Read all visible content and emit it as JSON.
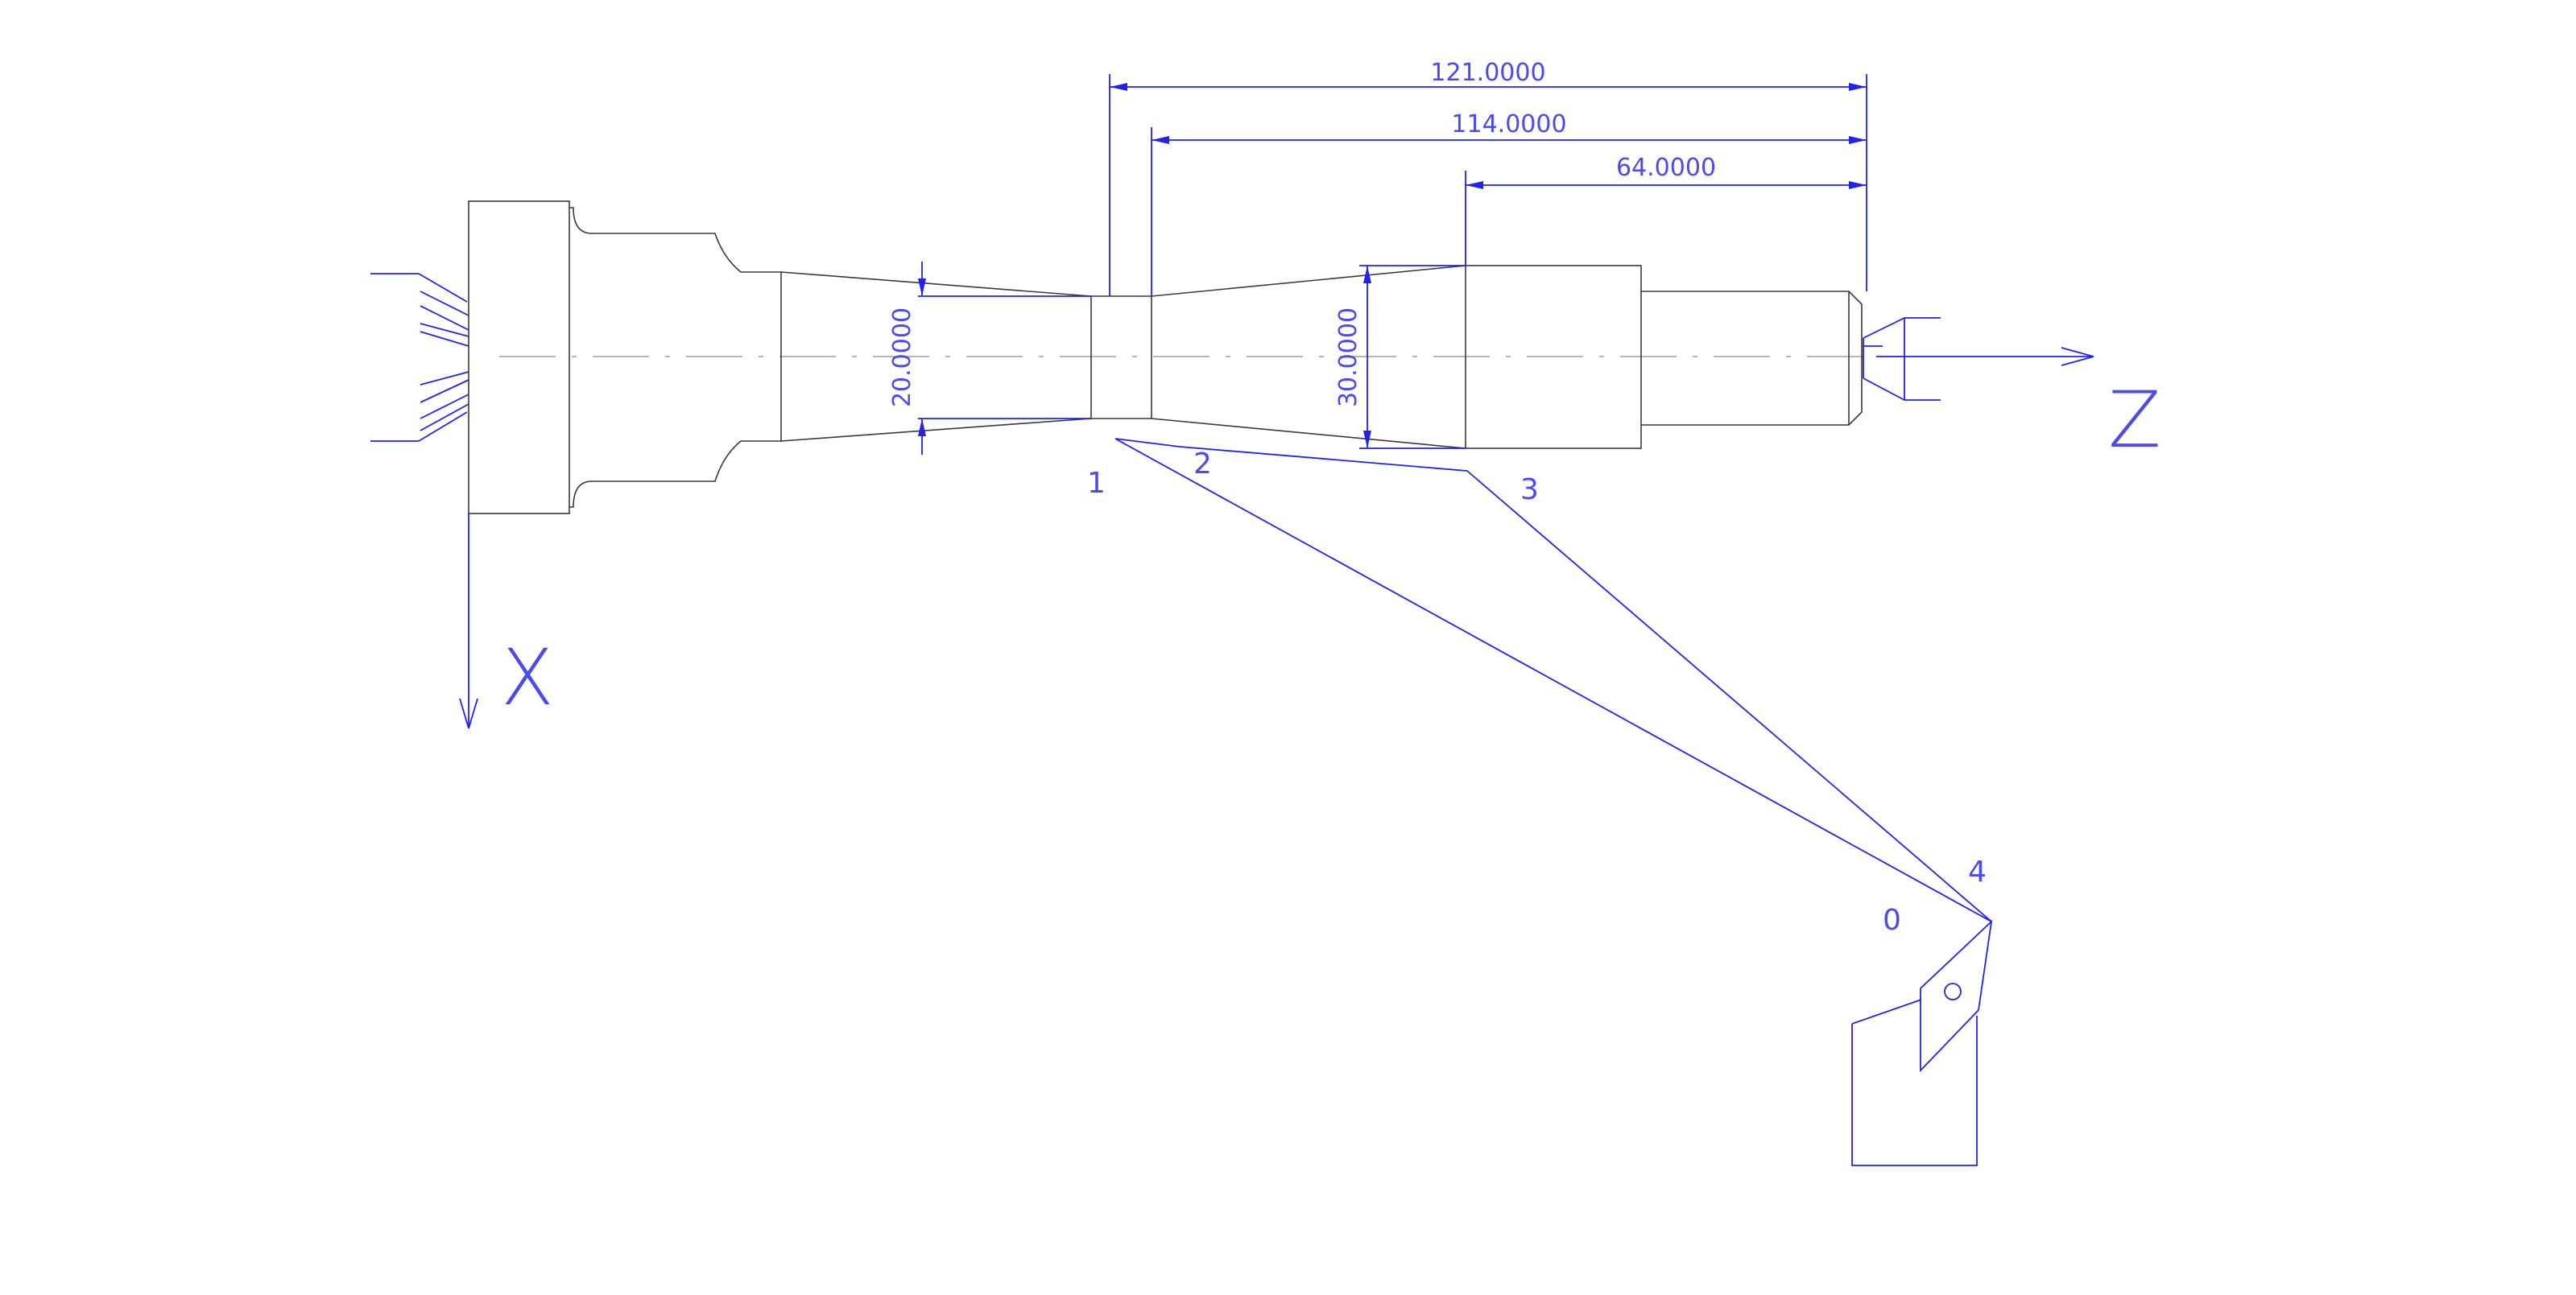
{
  "dimensions": {
    "overall": "121.0000",
    "second": "114.0000",
    "third": "64.0000",
    "diameter_small": "20.0000",
    "diameter_large": "30.0000"
  },
  "points": {
    "p1": "1",
    "p2": "2",
    "p3": "3",
    "p4": "4",
    "p0": "0"
  },
  "axes": {
    "x": "X",
    "z": "Z"
  },
  "colors": {
    "part_outline": "#3a3a3a",
    "annotation": "#2222ee",
    "text": "#4a4af0",
    "centerline": "#8a8a8a"
  }
}
